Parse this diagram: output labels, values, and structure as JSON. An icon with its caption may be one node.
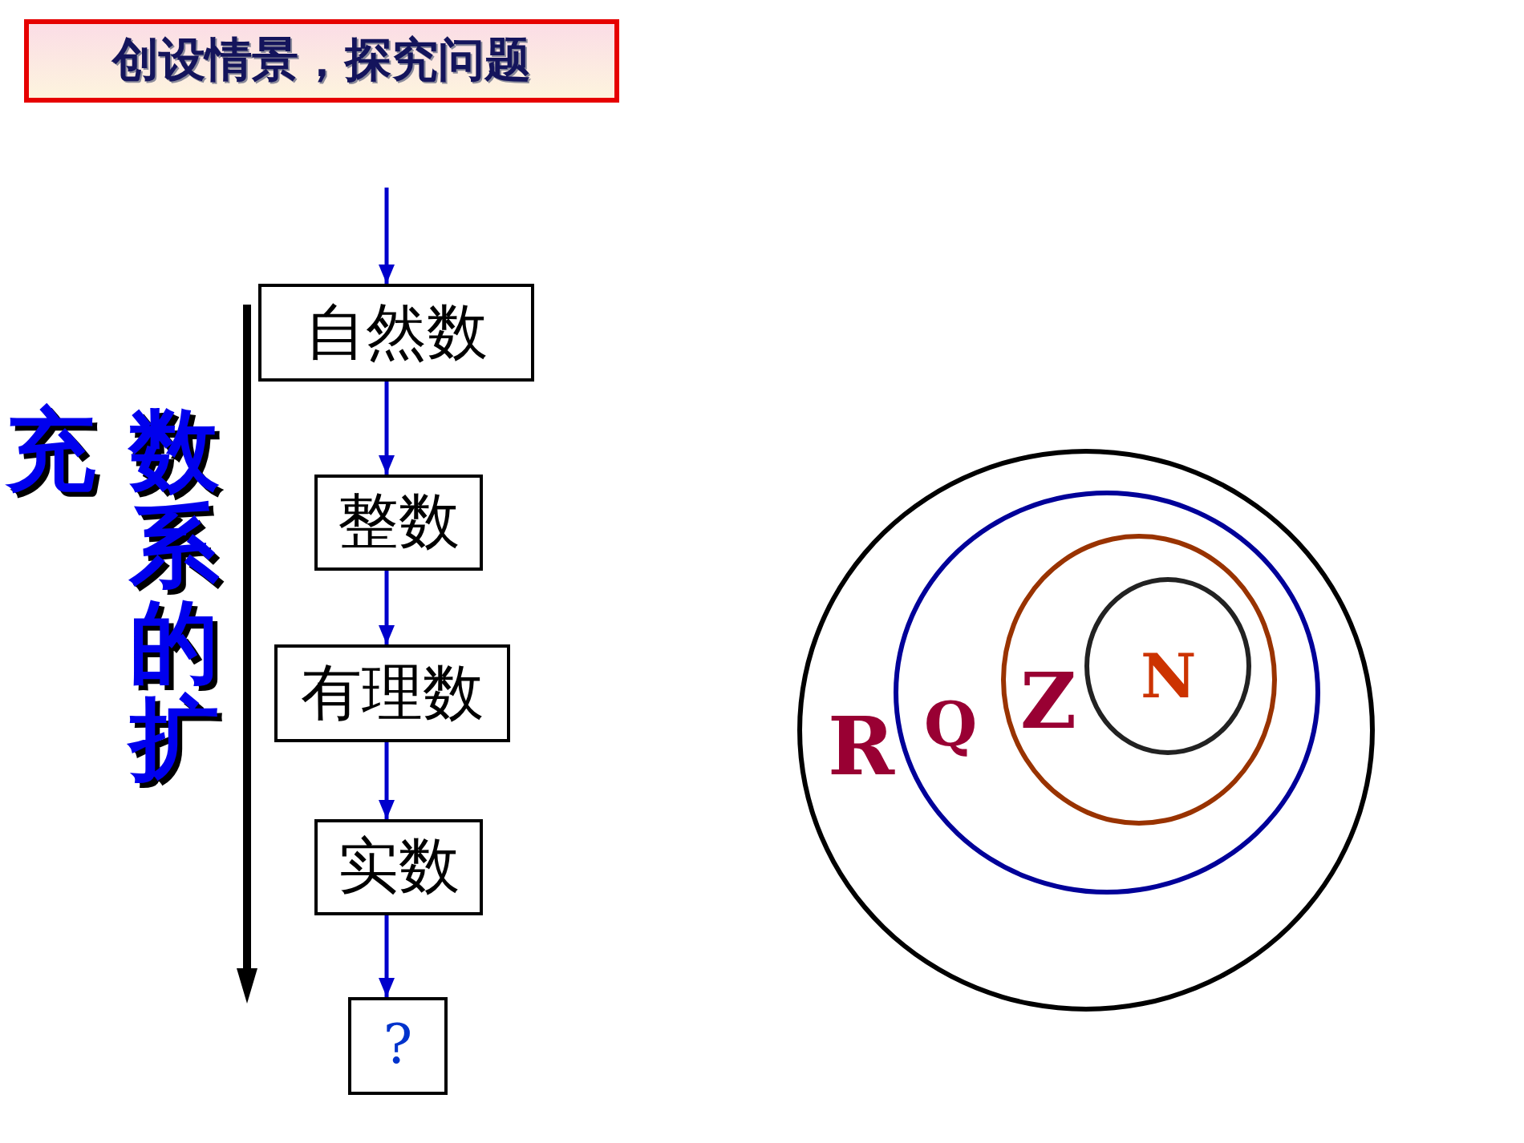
{
  "diagram": {
    "title": "创设情景，探究问题",
    "nodes": [
      {
        "text": [
          "自然数"
        ]
      },
      {
        "text": [
          "整数"
        ]
      },
      {
        "text": [
          "有理数"
        ]
      },
      {
        "text": [
          "实数"
        ]
      },
      {
        "text": [
          "?"
        ]
      },
      {
        "text": [
          "R"
        ]
      },
      {
        "text": [
          "Q"
        ],
        "in": 5
      },
      {
        "text": [
          "Z"
        ],
        "in": 6
      },
      {
        "text": [
          "N"
        ],
        "in": 7
      }
    ],
    "edges": [
      {
        "from": null,
        "to": 0,
        "arrow": "to"
      },
      {
        "from": 0,
        "to": 1,
        "arrow": "to"
      },
      {
        "from": 1,
        "to": 2,
        "arrow": "to"
      },
      {
        "from": 2,
        "to": 3,
        "arrow": "to"
      },
      {
        "from": 3,
        "to": 4,
        "arrow": "to"
      }
    ],
    "labels": [
      "数系的扩充"
    ]
  }
}
